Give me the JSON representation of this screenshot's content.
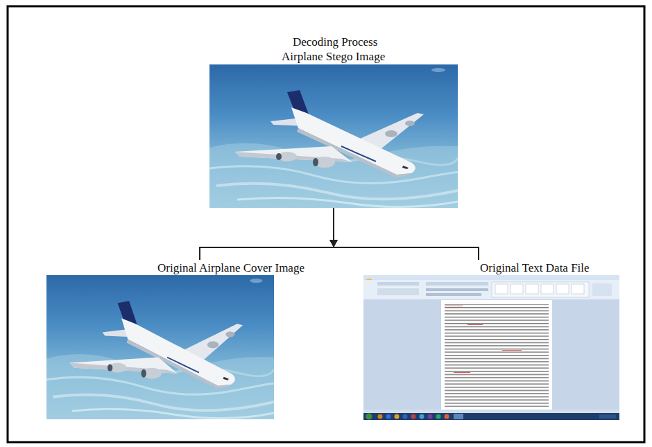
{
  "diagram": {
    "title": "Decoding Process",
    "nodes": [
      {
        "text": [
          "Airplane Stego Image"
        ]
      },
      {
        "text": [
          "Original Airplane Cover Image"
        ]
      },
      {
        "text": [
          "Original Text Data File"
        ]
      }
    ],
    "edges": [
      {
        "from": 0,
        "to": 1,
        "arrow": "to"
      },
      {
        "from": 0,
        "to": 2,
        "arrow": "to"
      }
    ]
  }
}
